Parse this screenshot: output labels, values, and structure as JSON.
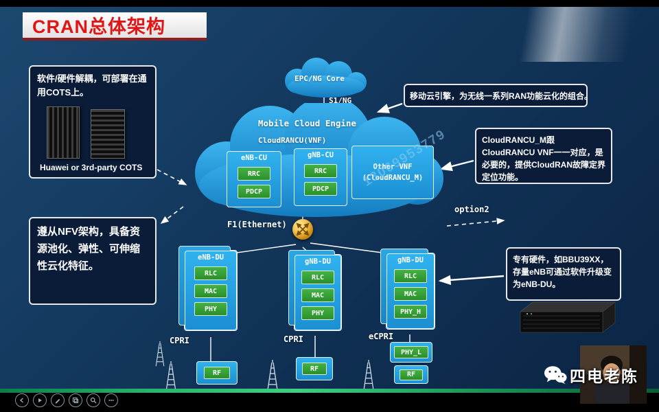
{
  "frame": {
    "channel_name": "四电老陈"
  },
  "slide": {
    "title": "CRAN总体架构",
    "watermark": "13069953779",
    "core_cloud_label": "EPC/NG Core",
    "s1ng_label": "S1/NG",
    "mce": {
      "title": "Mobile Cloud Engine",
      "subtitle": "CloudRANCU(VNF)",
      "cu_nodes": [
        {
          "label": "eNB-CU",
          "modules": [
            "RRC",
            "PDCP"
          ]
        },
        {
          "label": "gNB-CU",
          "modules": [
            "RRC",
            "PDCP"
          ]
        },
        {
          "label": "Other VNF",
          "label2": "(CloudRANCU_M)"
        }
      ]
    },
    "f1_label": "F1(Ethernet)",
    "option2_label": "option2",
    "du_nodes": [
      {
        "label": "eNB-DU",
        "modules": [
          "RLC",
          "MAC",
          "PHY"
        ],
        "fronthaul": "CPRI",
        "remote": [
          "RF"
        ]
      },
      {
        "label": "gNB-DU",
        "modules": [
          "RLC",
          "MAC",
          "PHY"
        ],
        "fronthaul": "CPRI",
        "remote": [
          "RF"
        ]
      },
      {
        "label": "gNB-DU",
        "modules": [
          "RLC",
          "MAC",
          "PHY_H"
        ],
        "fronthaul": "eCPRI",
        "remote": [
          "PHY_L",
          "RF"
        ]
      }
    ],
    "callouts": {
      "decouple": "软件/硬件解耦，可部署在通用COTS上。",
      "cots_caption": "Huawei or 3rd-party COTS",
      "nfv": "遵从NFV架构，具备资源池化、弹性、可伸缩性云化特征。",
      "mce_note": "移动云引擎，为无线一系列RAN功能云化的组合。",
      "cloudrancu_m_note": "CloudRANCU_M跟CloudRANCU VNF一一对应，是必要的，提供CloudRAN故障定界定位功能。",
      "hardware_note": "专有硬件，如BBU39XX，存量eNB可通过软件升级变为eNB-DU。"
    },
    "colors": {
      "accent_red": "#e01616",
      "cloud_blue": "#1f9ade",
      "module_green": "#2f9e35",
      "slide_bg": "#0f2f52"
    }
  },
  "player": {
    "controls": [
      "back",
      "play",
      "annotate",
      "pages",
      "zoom",
      "more"
    ]
  }
}
